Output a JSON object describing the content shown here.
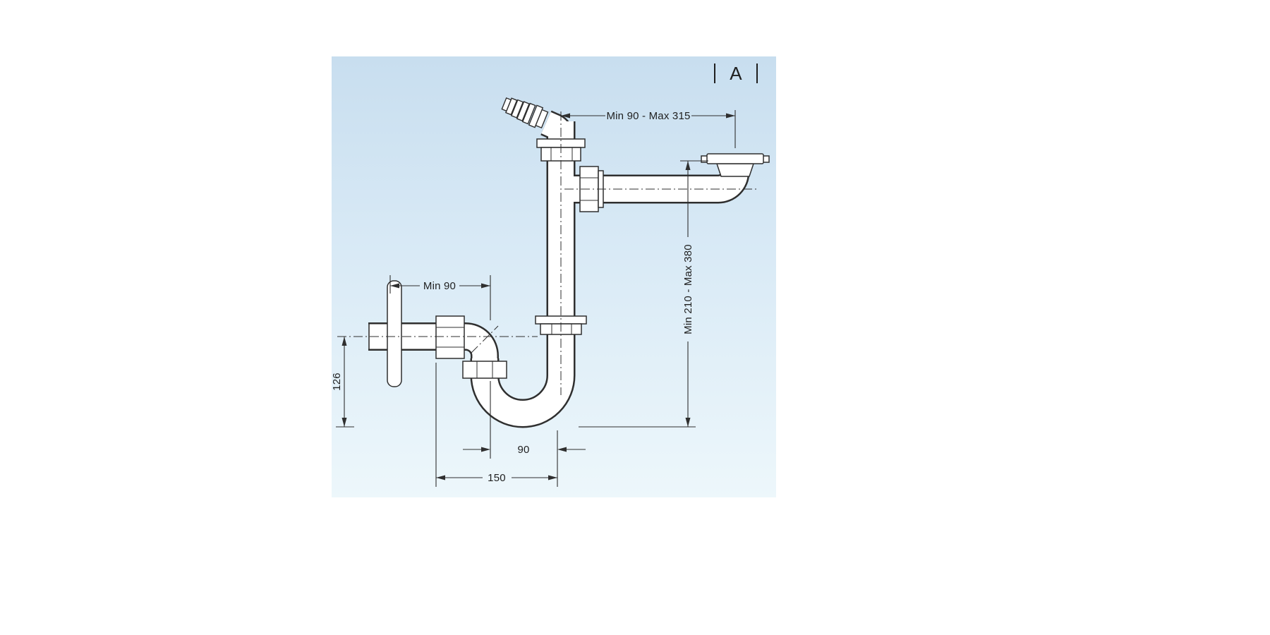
{
  "panel": {
    "view_label": "A",
    "colors": {
      "background_top": "#c8deef",
      "background_bottom": "#edf7fb",
      "line": "#2f2f2f",
      "part_fill": "#ffffff"
    }
  },
  "dimensions": {
    "outlet_horizontal": "Min 90 - Max 315",
    "outlet_vertical": "Min 210 - Max 380",
    "inlet_depth": "Min 90",
    "inlet_height": "126",
    "trap_offset": "90",
    "overall_offset": "150"
  }
}
